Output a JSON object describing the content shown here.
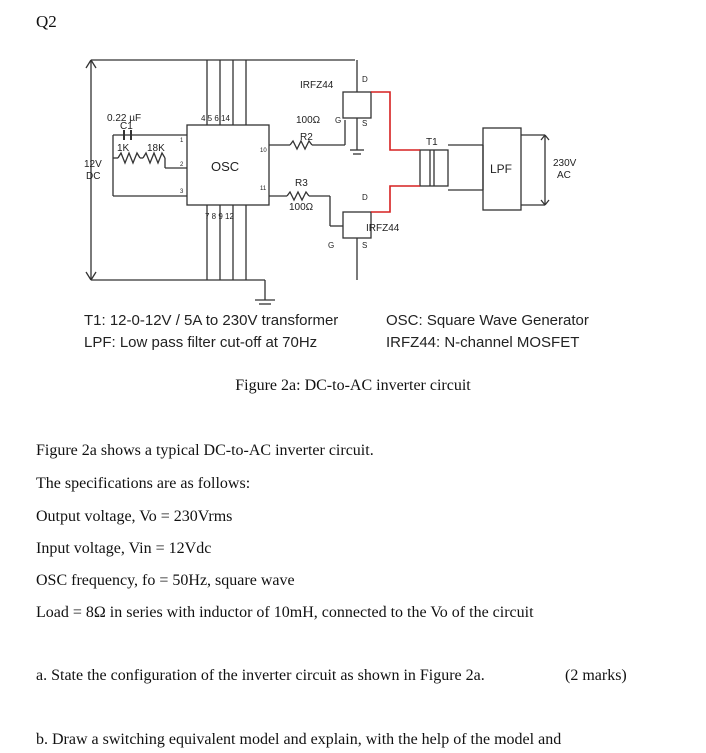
{
  "question": {
    "number": "Q2"
  },
  "diagram": {
    "labels": {
      "mosfet_top": "IRFZ44",
      "mosfet_bottom": "IRFZ44",
      "r2_value": "100Ω",
      "r2_name": "R2",
      "r3_name": "R3",
      "r3_value": "100Ω",
      "c1_value": "0.22 µF",
      "c1_name": "C1",
      "r_1k": "1K",
      "r_18k": "18K",
      "supply_v": "12V",
      "supply_dc": "DC",
      "osc": "OSC",
      "pins_top": "4 5 6 14",
      "pins_bottom": "7 8 9 12",
      "pin_1": "1",
      "pin_2": "2",
      "pin_3": "3",
      "pin_10": "10",
      "pin_11": "11",
      "t1": "T1",
      "lpf": "LPF",
      "out_v": "230V",
      "out_ac": "AC",
      "d_top": "D",
      "g_top": "G",
      "s_top": "S",
      "d_bottom": "D",
      "g_bottom": "G",
      "s_bottom": "S"
    },
    "legend": {
      "t1": "T1:   12-0-12V / 5A to 230V transformer",
      "osc": "OSC: Square Wave Generator",
      "lpf": "LPF:  Low pass filter cut-off at 70Hz",
      "irfz": "IRFZ44: N-channel MOSFET"
    },
    "caption": "Figure 2a: DC-to-AC inverter circuit"
  },
  "body": {
    "intro": "Figure 2a shows a typical DC-to-AC inverter circuit.",
    "spec_intro": "The specifications are as follows:",
    "output_voltage": "Output voltage, Vo = 230Vrms",
    "input_voltage": "Input voltage,   Vin = 12Vdc",
    "osc_freq": "OSC frequency, fo = 50Hz, square wave",
    "load": "Load  = 8Ω in series with inductor of 10mH, connected to the Vo of the circuit"
  },
  "questions": {
    "a_text": "a.  State the configuration of the inverter circuit as shown in Figure 2a.",
    "a_marks": "(2 marks)",
    "b_text": "b.  Draw a switching equivalent model and explain, with the help of the model and"
  },
  "colors": {
    "wire": "#333333",
    "red_wire": "#d62020"
  }
}
